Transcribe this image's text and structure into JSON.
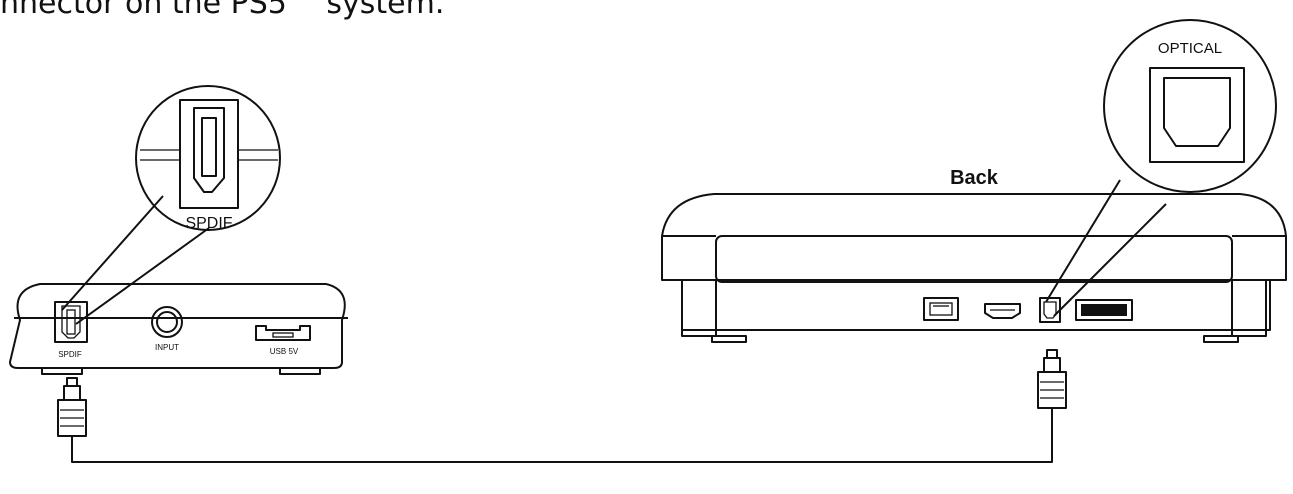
{
  "caption": "nnector on the PS5™ system.",
  "labels": {
    "back": "Back",
    "optical_zoom": "OPTICAL",
    "spdif_zoom": "SPDIF",
    "spdif_port": "SPDIF",
    "input_port": "INPUT",
    "usb_port": "USB 5V"
  },
  "colors": {
    "line": "#111111",
    "background": "#ffffff"
  }
}
